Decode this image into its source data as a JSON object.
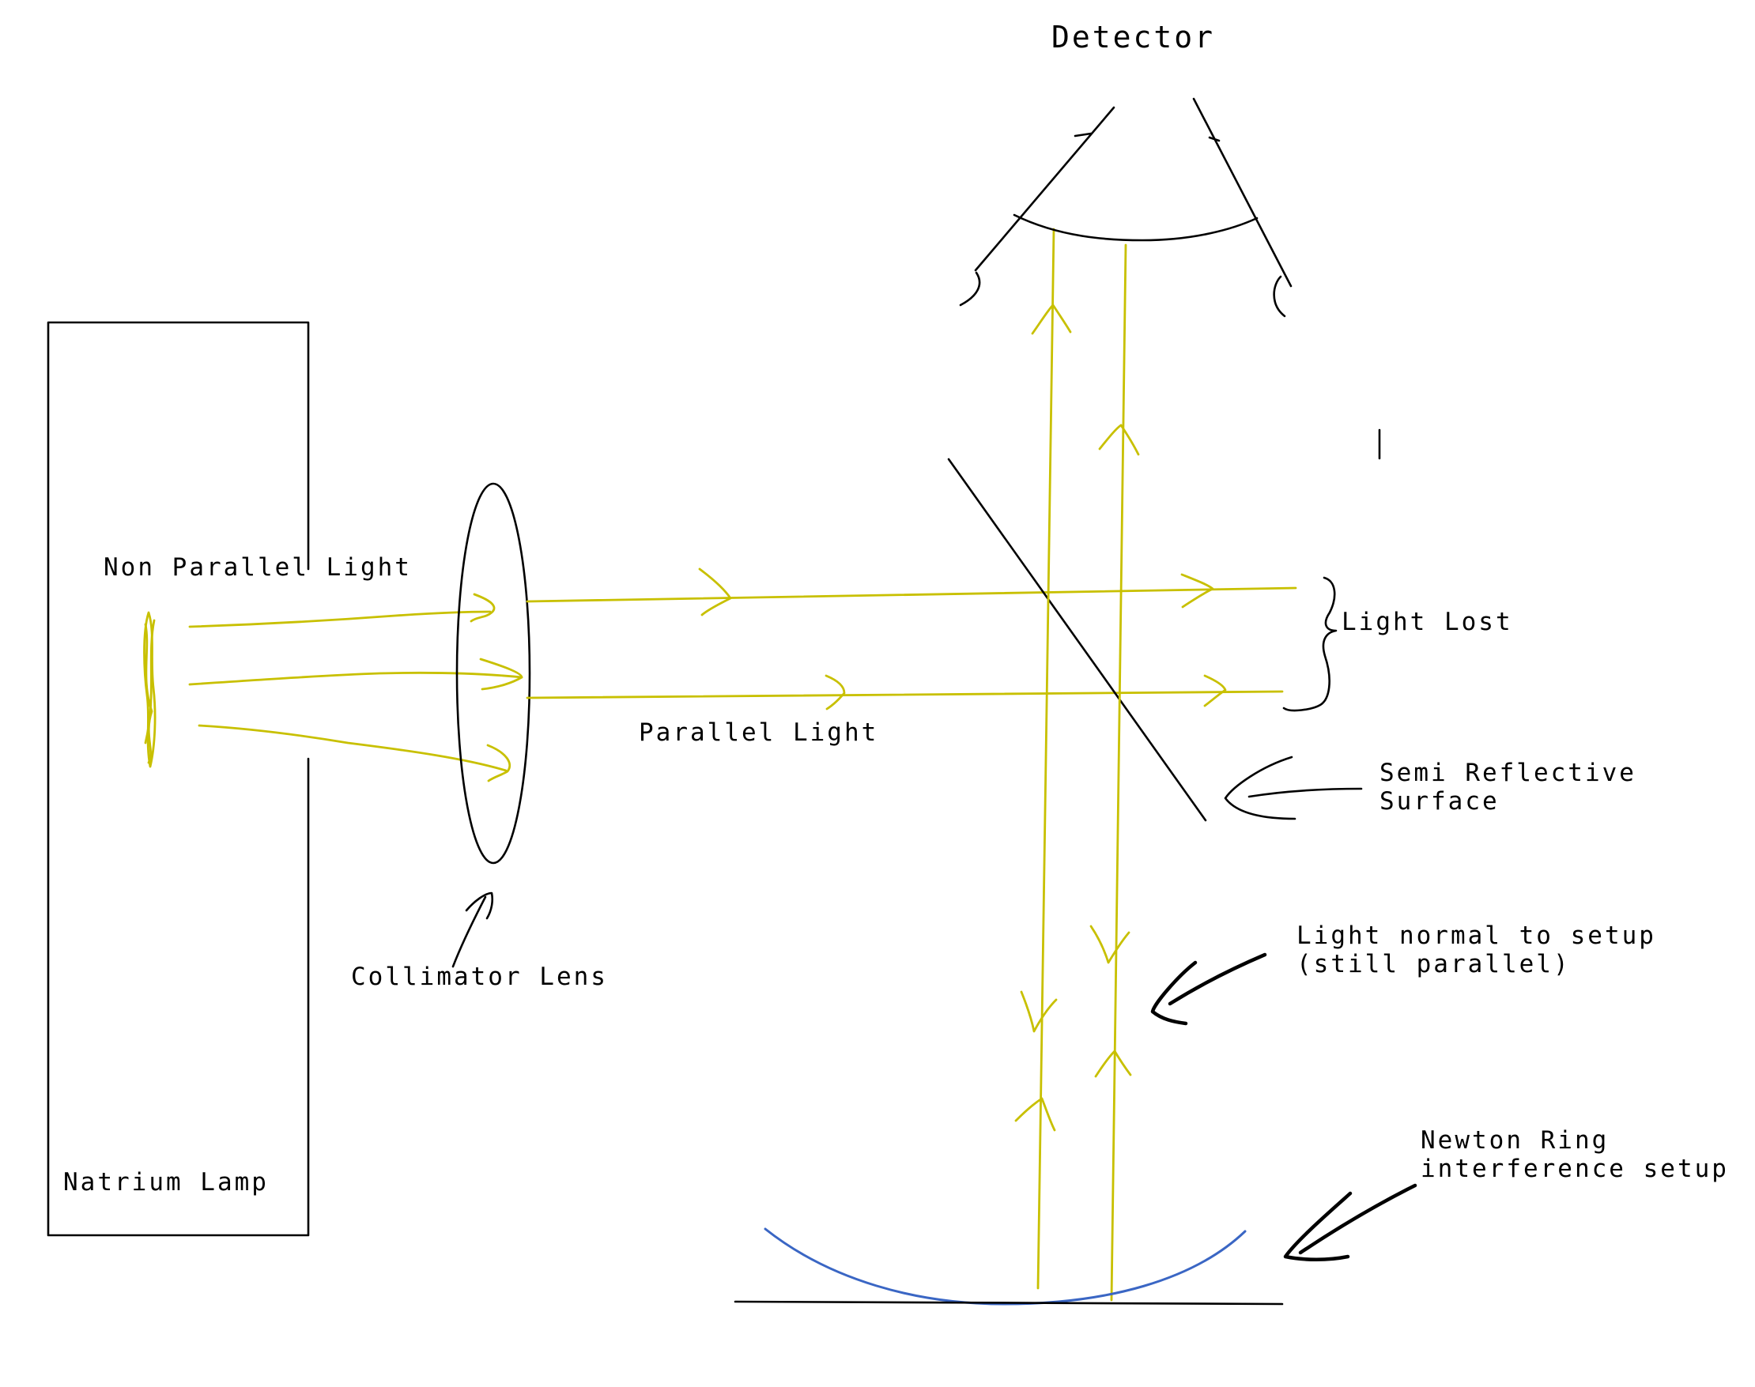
{
  "labels": {
    "detector": "Detector",
    "non_parallel_light": "Non Parallel Light",
    "parallel_light": "Parallel Light",
    "light_lost": "Light Lost",
    "semi_reflective_line1": "Semi Reflective",
    "semi_reflective_line2": "Surface",
    "light_normal_line1": "Light normal to setup",
    "light_normal_line2": "(still parallel)",
    "collimator_lens": "Collimator Lens",
    "newton_ring_line1": "Newton Ring",
    "newton_ring_line2": "interference setup",
    "natrium_lamp": "Natrium Lamp"
  },
  "colors": {
    "ink": "#000000",
    "light_ray": "#c8c000",
    "newton_lens": "#3a66c4",
    "background": "#ffffff"
  }
}
